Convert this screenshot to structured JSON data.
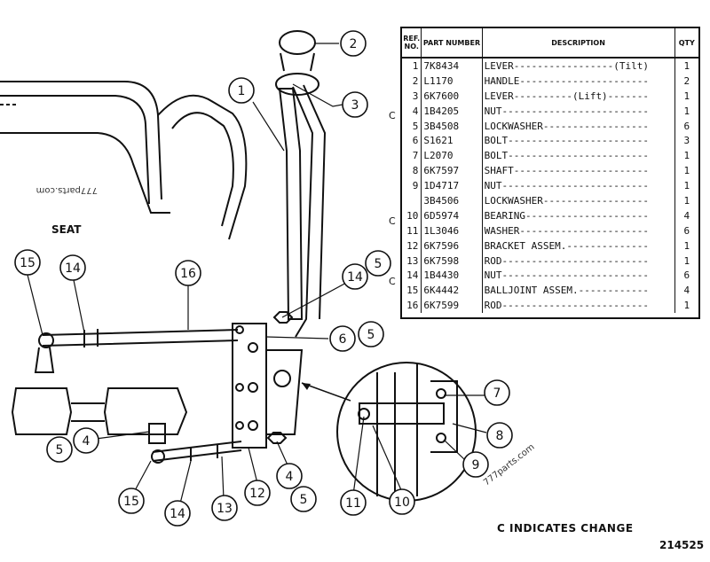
{
  "labels": {
    "seat": "SEAT",
    "change_note": "C INDICATES CHANGE",
    "figure_number": "214525",
    "watermark": "777parts.com"
  },
  "table": {
    "headers": [
      "REF. NO.",
      "PART NUMBER",
      "DESCRIPTION",
      "QTY"
    ],
    "rows": [
      {
        "ref": "1",
        "part": "7K8434",
        "desc": "LEVER-----------------(Tilt)",
        "qty": "1",
        "c": ""
      },
      {
        "ref": "2",
        "part": "L1170",
        "desc": "HANDLE----------------------",
        "qty": "2",
        "c": ""
      },
      {
        "ref": "3",
        "part": "6K7600",
        "desc": "LEVER----------(Lift)-------",
        "qty": "1",
        "c": ""
      },
      {
        "ref": "4",
        "part": "1B4205",
        "desc": "NUT-------------------------",
        "qty": "1",
        "c": "C"
      },
      {
        "ref": "5",
        "part": "3B4508",
        "desc": "LOCKWASHER------------------",
        "qty": "6",
        "c": ""
      },
      {
        "ref": "6",
        "part": "S1621",
        "desc": "BOLT------------------------",
        "qty": "3",
        "c": ""
      },
      {
        "ref": "7",
        "part": "L2070",
        "desc": "BOLT------------------------",
        "qty": "1",
        "c": ""
      },
      {
        "ref": "8",
        "part": "6K7597",
        "desc": "SHAFT-----------------------",
        "qty": "1",
        "c": ""
      },
      {
        "ref": "9",
        "part": "1D4717",
        "desc": "NUT-------------------------",
        "qty": "1",
        "c": ""
      },
      {
        "ref": "",
        "part": "3B4506",
        "desc": "LOCKWASHER------------------",
        "qty": "1",
        "c": ""
      },
      {
        "ref": "10",
        "part": "6D5974",
        "desc": "BEARING---------------------",
        "qty": "4",
        "c": "C"
      },
      {
        "ref": "11",
        "part": "1L3046",
        "desc": "WASHER----------------------",
        "qty": "6",
        "c": ""
      },
      {
        "ref": "12",
        "part": "6K7596",
        "desc": "BRACKET ASSEM.--------------",
        "qty": "1",
        "c": ""
      },
      {
        "ref": "13",
        "part": "6K7598",
        "desc": "ROD-------------------------",
        "qty": "1",
        "c": ""
      },
      {
        "ref": "14",
        "part": "1B4430",
        "desc": "NUT-------------------------",
        "qty": "6",
        "c": "C"
      },
      {
        "ref": "15",
        "part": "6K4442",
        "desc": "BALLJOINT ASSEM.------------",
        "qty": "4",
        "c": ""
      },
      {
        "ref": "16",
        "part": "6K7599",
        "desc": "ROD-------------------------",
        "qty": "1",
        "c": ""
      }
    ]
  },
  "callouts": [
    {
      "n": "1"
    },
    {
      "n": "2"
    },
    {
      "n": "3"
    },
    {
      "n": "5"
    },
    {
      "n": "14"
    },
    {
      "n": "6"
    },
    {
      "n": "5"
    },
    {
      "n": "16"
    },
    {
      "n": "14"
    },
    {
      "n": "15"
    },
    {
      "n": "7"
    },
    {
      "n": "8"
    },
    {
      "n": "9"
    },
    {
      "n": "5"
    },
    {
      "n": "4"
    },
    {
      "n": "15"
    },
    {
      "n": "14"
    },
    {
      "n": "13"
    },
    {
      "n": "12"
    },
    {
      "n": "4"
    },
    {
      "n": "5"
    },
    {
      "n": "11"
    },
    {
      "n": "10"
    }
  ]
}
